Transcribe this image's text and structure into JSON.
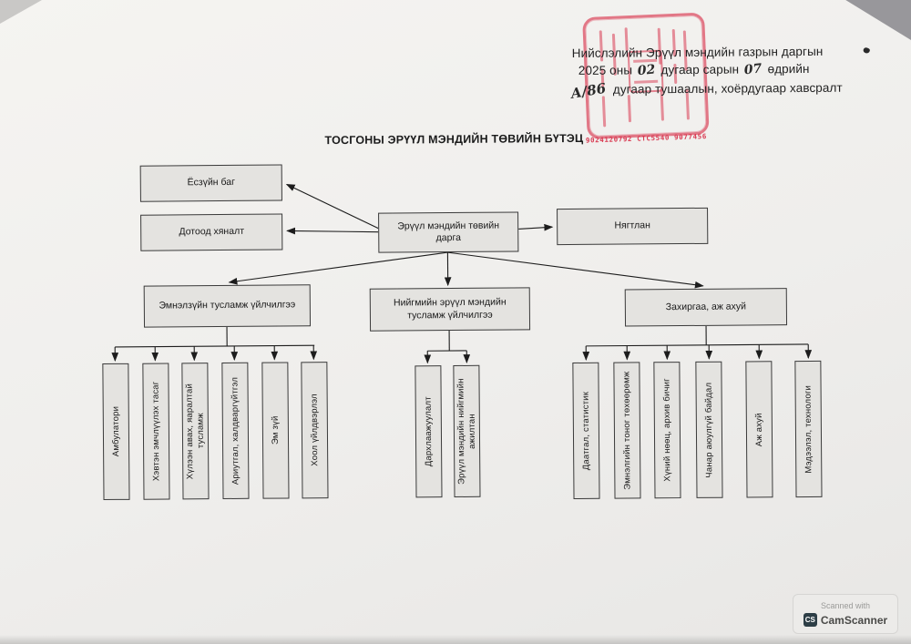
{
  "document": {
    "title": "ТОСГОНЫ ЭРҮҮЛ МЭНДИЙН ТӨВИЙН БҮТЭЦ"
  },
  "annotation": {
    "line1": "Нийслэлийн Эрүүл мэндийн газрын даргын",
    "line2_part1": "2025 оны",
    "line2_hand_month": "02",
    "line2_part2": "дугаар сарын",
    "line2_hand_day": "07",
    "line2_part3": "өдрийн",
    "line3_hand_number": "А/86",
    "line3": "дугаар тушаалын, хоёрдугаар хавсралт"
  },
  "stamp": {
    "serial": "9024120792  СТС5540  9077456",
    "color": "#d93a52"
  },
  "org": {
    "director": "Эрүүл мэндийн төвийн дарга",
    "left_top": "Ёсзүйн баг",
    "left_bottom": "Дотоод хяналт",
    "right": "Нягтлан",
    "branches": [
      {
        "label": "Эмнэлзүйн тусламж үйлчилгээ",
        "children": [
          "Амбулатори",
          "Хэвтэн эмчлүүлэх тасаг",
          "Хүлээн авах, яаралтай тусламж",
          "Ариутгал, халдваргүйтгэл",
          "Эм зүй",
          "Хоол үйлдвэрлэл"
        ]
      },
      {
        "label": "Нийгмийн эрүүл мэндийн тусламж үйлчилгээ",
        "children": [
          "Дархлаажуулалт",
          "Эрүүл мэндийн нийгмийн ажилтан"
        ]
      },
      {
        "label": "Захиргаа, аж ахуй",
        "children": [
          "Даатгал, статистик",
          "Эмнэлгийн тоног төхөөрөмж",
          "Хүний нөөц, архив бичиг",
          "Чанар аюулгүй байдал",
          "Аж ахуй",
          "Мэдээлэл, технологи"
        ]
      }
    ]
  },
  "scanner_badge": {
    "scanned_with": "Scanned with",
    "logo": "CS",
    "brand": "CamScanner"
  }
}
